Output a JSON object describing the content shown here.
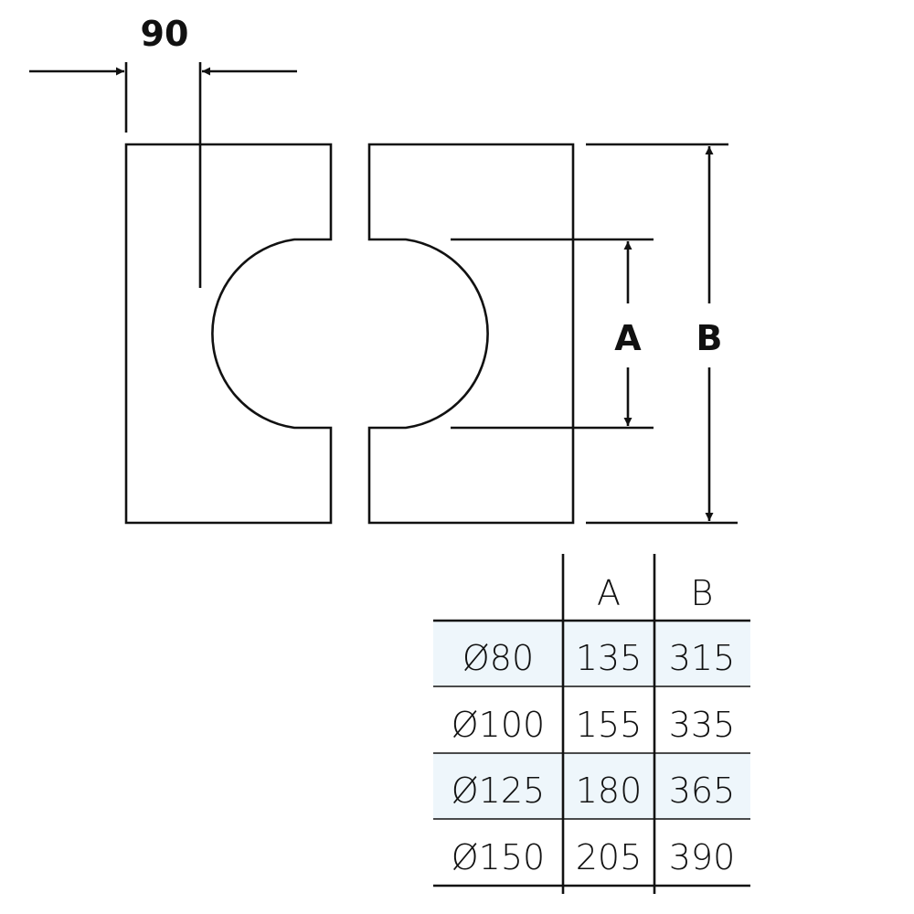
{
  "diagram": {
    "width_label": "90",
    "label_a": "A",
    "label_b": "B"
  },
  "table": {
    "headers": [
      "",
      "A",
      "B"
    ],
    "rows": [
      [
        "Ø80",
        "135",
        "315"
      ],
      [
        "Ø100",
        "155",
        "335"
      ],
      [
        "Ø125",
        "180",
        "365"
      ],
      [
        "Ø150",
        "205",
        "390"
      ]
    ],
    "band_color": "#eef6fb"
  }
}
